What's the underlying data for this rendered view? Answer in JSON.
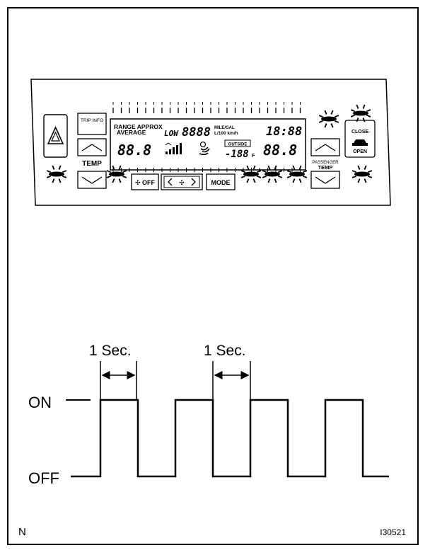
{
  "panel": {
    "trip_info": "TRIP INFO",
    "temp_left": "TEMP",
    "temp_right": "TEMP",
    "passenger": "PASSENGER",
    "close": "CLOSE",
    "open": "OPEN",
    "fan_off": "OFF",
    "mode": "MODE",
    "lcd": {
      "range_approx": "RANGE APPROX",
      "average": "AVERAGE",
      "low": "LOW",
      "odo_digits": "8888",
      "unit_top": "MILE/GAL",
      "unit_bottom": "L/100 km/h",
      "clock": "18:88",
      "temp_left": "88.8",
      "outside_label": "OUTSIDE",
      "outside_value": "-188",
      "outside_unit": "F",
      "temp_right": "88.8"
    }
  },
  "timing": {
    "annotation_1": "1 Sec.",
    "annotation_2": "1 Sec.",
    "on_label": "ON",
    "off_label": "OFF",
    "period_sec": 2,
    "high_sec": 1,
    "pulses": 4
  },
  "footer": {
    "left_code": "N",
    "right_code": "I30521"
  }
}
